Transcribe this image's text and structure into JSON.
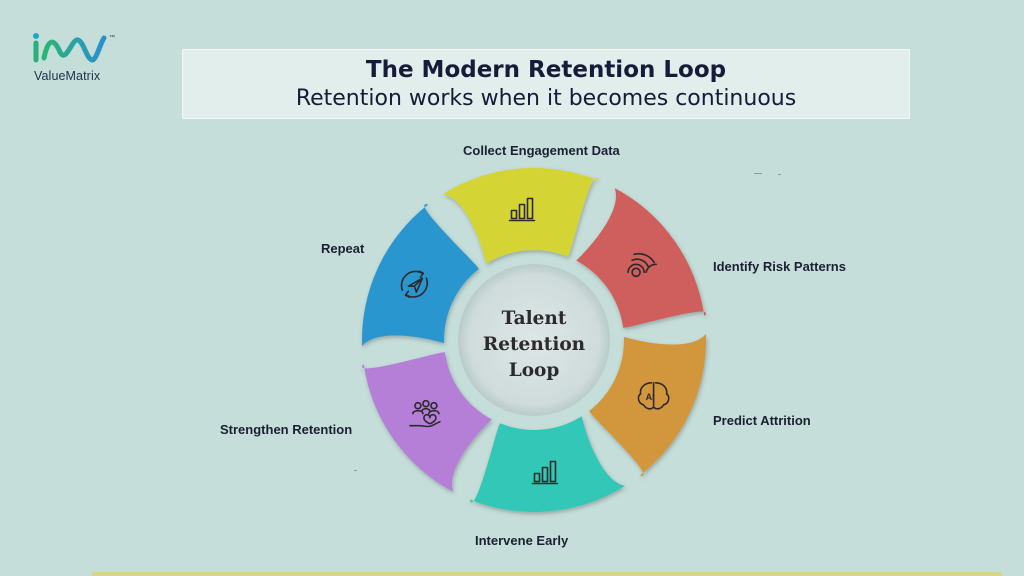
{
  "logo": {
    "brand": "ValueMatrix",
    "trademark": "™"
  },
  "header": {
    "title": "The Modern Retention Loop",
    "subtitle": "Retention works when it becomes continuous"
  },
  "center": {
    "line1": "Talent",
    "line2": "Retention",
    "line3": "Loop"
  },
  "steps": [
    {
      "label": "Collect Engagement Data",
      "color": "#d4d434",
      "icon": "bar-chart-icon"
    },
    {
      "label": "Identify Risk Patterns",
      "color": "#cf5f5d",
      "icon": "radar-signal-icon"
    },
    {
      "label": "Predict Attrition",
      "color": "#d2963c",
      "icon": "ai-brain-icon"
    },
    {
      "label": "Intervene Early",
      "color": "#33c7b6",
      "icon": "bar-chart-icon"
    },
    {
      "label": "Strengthen Retention",
      "color": "#b57fd8",
      "icon": "team-heart-hand-icon"
    },
    {
      "label": "Repeat",
      "color": "#2a96cf",
      "icon": "cycle-paper-plane-icon"
    }
  ]
}
